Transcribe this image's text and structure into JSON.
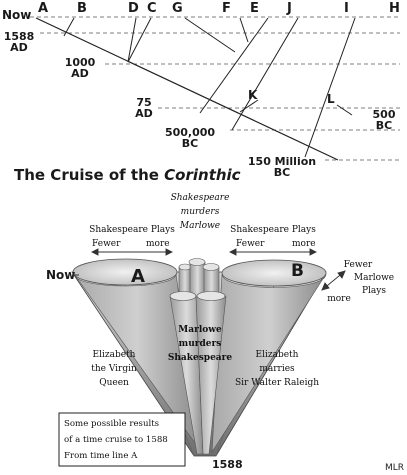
{
  "timeline": {
    "letters": [
      "A",
      "B",
      "D",
      "C",
      "G",
      "F",
      "E",
      "J",
      "I",
      "H"
    ],
    "now": "Now",
    "eras": [
      {
        "line1": "1588",
        "line2": "AD"
      },
      {
        "line1": "1000",
        "line2": "AD"
      },
      {
        "line1": "75",
        "line2": "AD"
      },
      {
        "line1": "500,000",
        "line2": "BC"
      },
      {
        "line1": "150 Million",
        "line2": "BC"
      },
      {
        "line1": "500",
        "line2": "BC"
      }
    ],
    "branch_labels": [
      "K",
      "L"
    ]
  },
  "title": {
    "prefix": "The Cruise of the ",
    "ship": "Corinthic"
  },
  "cone": {
    "top_label": [
      "Shakespeare",
      "murders",
      "Marlowe"
    ],
    "left_header": "Shakespeare Plays",
    "right_header": "Shakespeare Plays",
    "fewer": "Fewer",
    "more": "more",
    "now": "Now",
    "marker_a": "A",
    "marker_b": "B",
    "side_note": [
      "Fewer",
      "Marlowe",
      "Plays",
      "more"
    ],
    "center_label": [
      "Marlowe",
      "murders",
      "Shakespeare"
    ],
    "left_label": [
      "Elizabeth",
      "the Virgin",
      "Queen"
    ],
    "right_label": [
      "Elizabeth",
      "marries",
      "Sir Walter Raleigh"
    ],
    "box": [
      "Some possible results",
      "of a time cruise to 1588",
      "From time line A"
    ],
    "bottom": "1588"
  },
  "signature": "MLR"
}
